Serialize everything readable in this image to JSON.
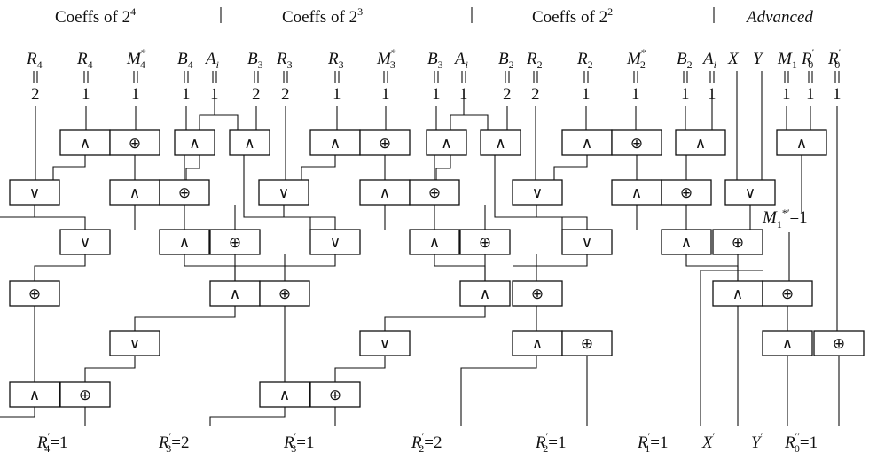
{
  "sections": [
    {
      "title": "Coeffs of 2",
      "exp": "4"
    },
    {
      "title": "Coeffs of 2",
      "exp": "3"
    },
    {
      "title": "Coeffs of 2",
      "exp": "2"
    },
    {
      "title": "Advanced"
    }
  ],
  "inputs": [
    {
      "base": "R",
      "sub": "4",
      "sup": "",
      "value": "2"
    },
    {
      "base": "R",
      "sub": "4",
      "sup": "",
      "value": "1"
    },
    {
      "base": "M",
      "sub": "4",
      "sup": "*",
      "value": "1"
    },
    {
      "base": "B",
      "sub": "4",
      "sup": "",
      "value": "1"
    },
    {
      "base": "A",
      "sub": "i",
      "sup": "",
      "value": "1"
    },
    {
      "base": "B",
      "sub": "3",
      "sup": "",
      "value": "2"
    },
    {
      "base": "R",
      "sub": "3",
      "sup": "",
      "value": "2"
    },
    {
      "base": "R",
      "sub": "3",
      "sup": "",
      "value": "1"
    },
    {
      "base": "M",
      "sub": "3",
      "sup": "*",
      "value": "1"
    },
    {
      "base": "B",
      "sub": "3",
      "sup": "",
      "value": "1"
    },
    {
      "base": "A",
      "sub": "i",
      "sup": "",
      "value": "1"
    },
    {
      "base": "B",
      "sub": "2",
      "sup": "",
      "value": "2"
    },
    {
      "base": "R",
      "sub": "2",
      "sup": "",
      "value": "2"
    },
    {
      "base": "R",
      "sub": "2",
      "sup": "",
      "value": "1"
    },
    {
      "base": "M",
      "sub": "2",
      "sup": "*",
      "value": "1"
    },
    {
      "base": "B",
      "sub": "2",
      "sup": "",
      "value": "1"
    },
    {
      "base": "A",
      "sub": "i",
      "sup": "",
      "value": "1"
    },
    {
      "base": "X",
      "sub": "",
      "sup": "",
      "value": ""
    },
    {
      "base": "Y",
      "sub": "",
      "sup": "",
      "value": ""
    },
    {
      "base": "M",
      "sub": "1",
      "sup": "",
      "value": "1"
    },
    {
      "base": "R",
      "sub": "0",
      "sup": "′",
      "value": "1"
    },
    {
      "base": "R",
      "sub": "0",
      "sup": "′",
      "value": "1"
    }
  ],
  "gate_symbols": {
    "and": "∧",
    "or": "∨",
    "xor": "⊕"
  },
  "mid_label": {
    "base": "M",
    "sub": "1",
    "sup": "*′",
    "value": "=1"
  },
  "outputs": [
    {
      "base": "R",
      "sub": "4",
      "sup": "′",
      "value": "=1"
    },
    {
      "base": "R",
      "sub": "3",
      "sup": "′",
      "value": "=2"
    },
    {
      "base": "R",
      "sub": "3",
      "sup": "′",
      "value": "=1"
    },
    {
      "base": "R",
      "sub": "2",
      "sup": "′",
      "value": "=2"
    },
    {
      "base": "R",
      "sub": "2",
      "sup": "′",
      "value": "=1"
    },
    {
      "base": "R",
      "sub": "1",
      "sup": "′",
      "value": "=1"
    },
    {
      "base": "X",
      "sub": "",
      "sup": "′",
      "value": ""
    },
    {
      "base": "Y",
      "sub": "",
      "sup": "′",
      "value": ""
    },
    {
      "base": "R",
      "sub": "0",
      "sup": "′′",
      "value": "=1"
    }
  ]
}
